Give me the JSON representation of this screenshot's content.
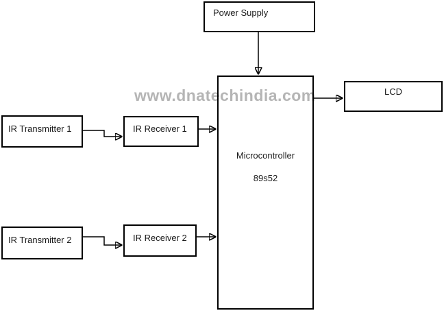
{
  "watermark": "www.dnatechindia.com",
  "blocks": {
    "power_supply": {
      "label": "Power Supply"
    },
    "lcd": {
      "label": "LCD"
    },
    "microcontroller": {
      "name": "Microcontroller",
      "model": "89s52"
    },
    "ir_transmitter_1": {
      "label": "IR Transmitter 1"
    },
    "ir_receiver_1": {
      "label": "IR Receiver 1"
    },
    "ir_transmitter_2": {
      "label": "IR Transmitter 2"
    },
    "ir_receiver_2": {
      "label": "IR Receiver 2"
    }
  },
  "connections": [
    {
      "from": "Power Supply",
      "to": "Microcontroller 89s52"
    },
    {
      "from": "Microcontroller 89s52",
      "to": "LCD"
    },
    {
      "from": "IR Transmitter 1",
      "to": "IR Receiver 1"
    },
    {
      "from": "IR Receiver 1",
      "to": "Microcontroller 89s52"
    },
    {
      "from": "IR Transmitter 2",
      "to": "IR Receiver 2"
    },
    {
      "from": "IR Receiver 2",
      "to": "Microcontroller 89s52"
    }
  ],
  "colors": {
    "border": "#010101",
    "text": "#1a1a1a",
    "watermark": "#b5b5b5",
    "background": "#ffffff"
  }
}
